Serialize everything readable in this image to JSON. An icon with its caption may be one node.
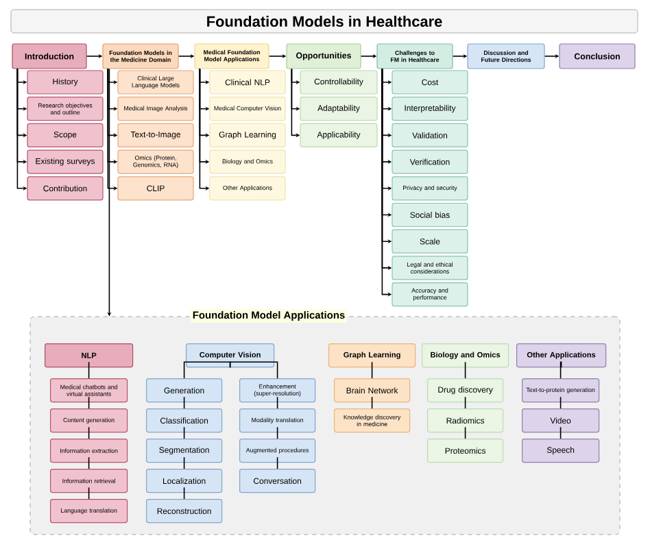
{
  "diagram": {
    "title": "Foundation Models in Healthcare",
    "nodes": [
      {
        "text": [
          "Introduction"
        ]
      },
      {
        "text": [
          "Foundation Models in the Medicine Domain"
        ]
      },
      {
        "text": [
          "Medical Foundation Model Applications"
        ]
      },
      {
        "text": [
          "Opportunities"
        ]
      },
      {
        "text": [
          "Challenges to FM in Healthcare"
        ]
      },
      {
        "text": [
          "Discussion and Future Directions"
        ]
      },
      {
        "text": [
          "Conclusion"
        ]
      },
      {
        "text": [
          "History"
        ]
      },
      {
        "text": [
          "Research objectives and outline"
        ]
      },
      {
        "text": [
          "Scope"
        ]
      },
      {
        "text": [
          "Existing surveys"
        ]
      },
      {
        "text": [
          "Contribution"
        ]
      },
      {
        "text": [
          "Clinical Large Language Models"
        ]
      },
      {
        "text": [
          "Medical Image Analysis"
        ]
      },
      {
        "text": [
          "Text-to-Image"
        ]
      },
      {
        "text": [
          "Omics (Protein, Genomics, RNA)"
        ]
      },
      {
        "text": [
          "CLIP"
        ]
      },
      {
        "text": [
          "Clinical NLP"
        ]
      },
      {
        "text": [
          "Medical Computer Vision"
        ]
      },
      {
        "text": [
          "Graph Learning"
        ]
      },
      {
        "text": [
          "Biology and Omics"
        ]
      },
      {
        "text": [
          "Other Applications"
        ]
      },
      {
        "text": [
          "Controllability"
        ]
      },
      {
        "text": [
          "Adaptability"
        ]
      },
      {
        "text": [
          "Applicability"
        ]
      },
      {
        "text": [
          "Cost"
        ]
      },
      {
        "text": [
          "Interpretability"
        ]
      },
      {
        "text": [
          "Validation"
        ]
      },
      {
        "text": [
          "Verification"
        ]
      },
      {
        "text": [
          "Privacy and security"
        ]
      },
      {
        "text": [
          "Social bias"
        ]
      },
      {
        "text": [
          "Scale"
        ]
      },
      {
        "text": [
          "Legal and ethical considerations"
        ]
      },
      {
        "text": [
          "Accuracy and performance"
        ]
      },
      {
        "text": [
          "Foundation Model Applications"
        ]
      },
      {
        "text": [
          "NLP"
        ],
        "in": 34
      },
      {
        "text": [
          "Medical chatbots and virtual assistants"
        ],
        "in": 34
      },
      {
        "text": [
          "Content generation"
        ],
        "in": 34
      },
      {
        "text": [
          "Information extraction"
        ],
        "in": 34
      },
      {
        "text": [
          "Information retrieval"
        ],
        "in": 34
      },
      {
        "text": [
          "Language translation"
        ],
        "in": 34
      },
      {
        "text": [
          "Computer Vision"
        ],
        "in": 34
      },
      {
        "text": [
          "Generation"
        ],
        "in": 34
      },
      {
        "text": [
          "Classification"
        ],
        "in": 34
      },
      {
        "text": [
          "Segmentation"
        ],
        "in": 34
      },
      {
        "text": [
          "Localization"
        ],
        "in": 34
      },
      {
        "text": [
          "Reconstruction"
        ],
        "in": 34
      },
      {
        "text": [
          "Enhancement (super-resolution)"
        ],
        "in": 34
      },
      {
        "text": [
          "Modality translation"
        ],
        "in": 34
      },
      {
        "text": [
          "Augmented procedures"
        ],
        "in": 34
      },
      {
        "text": [
          "Conversation"
        ],
        "in": 34
      },
      {
        "text": [
          "Graph Learning"
        ],
        "in": 34
      },
      {
        "text": [
          "Brain Network"
        ],
        "in": 34
      },
      {
        "text": [
          "Knowledge discovery in medicine"
        ],
        "in": 34
      },
      {
        "text": [
          "Biology and Omics"
        ],
        "in": 34
      },
      {
        "text": [
          "Drug discovery"
        ],
        "in": 34
      },
      {
        "text": [
          "Radiomics"
        ],
        "in": 34
      },
      {
        "text": [
          "Proteomics"
        ],
        "in": 34
      },
      {
        "text": [
          "Other Applications"
        ],
        "in": 34
      },
      {
        "text": [
          "Text-to-protein generation"
        ],
        "in": 34
      },
      {
        "text": [
          "Video"
        ],
        "in": 34
      },
      {
        "text": [
          "Speech"
        ],
        "in": 34
      }
    ],
    "edges": [
      {
        "from": 0,
        "to": 1,
        "arrow": "to"
      },
      {
        "from": 1,
        "to": 2,
        "arrow": "to"
      },
      {
        "from": 2,
        "to": 3,
        "arrow": "to"
      },
      {
        "from": 3,
        "to": 4,
        "arrow": "to"
      },
      {
        "from": 4,
        "to": 5,
        "arrow": "to"
      },
      {
        "from": 5,
        "to": 6,
        "arrow": "to"
      },
      {
        "from": 0,
        "to": 7,
        "arrow": "to"
      },
      {
        "from": 0,
        "to": 8,
        "arrow": "to"
      },
      {
        "from": 0,
        "to": 9,
        "arrow": "to"
      },
      {
        "from": 0,
        "to": 10,
        "arrow": "to"
      },
      {
        "from": 0,
        "to": 11,
        "arrow": "to"
      },
      {
        "from": 1,
        "to": 12,
        "arrow": "to"
      },
      {
        "from": 1,
        "to": 13,
        "arrow": "to"
      },
      {
        "from": 1,
        "to": 14,
        "arrow": "to"
      },
      {
        "from": 1,
        "to": 15,
        "arrow": "to"
      },
      {
        "from": 1,
        "to": 16,
        "arrow": "to"
      },
      {
        "from": 2,
        "to": 17,
        "arrow": "to"
      },
      {
        "from": 2,
        "to": 18,
        "arrow": "to"
      },
      {
        "from": 2,
        "to": 19,
        "arrow": "to"
      },
      {
        "from": 2,
        "to": 20,
        "arrow": "to"
      },
      {
        "from": 2,
        "to": 21,
        "arrow": "to"
      },
      {
        "from": 3,
        "to": 22,
        "arrow": "to"
      },
      {
        "from": 3,
        "to": 23,
        "arrow": "to"
      },
      {
        "from": 3,
        "to": 24,
        "arrow": "to"
      },
      {
        "from": 4,
        "to": 25,
        "arrow": "to"
      },
      {
        "from": 4,
        "to": 26,
        "arrow": "to"
      },
      {
        "from": 4,
        "to": 27,
        "arrow": "to"
      },
      {
        "from": 4,
        "to": 28,
        "arrow": "to"
      },
      {
        "from": 4,
        "to": 29,
        "arrow": "to"
      },
      {
        "from": 4,
        "to": 30,
        "arrow": "to"
      },
      {
        "from": 4,
        "to": 31,
        "arrow": "to"
      },
      {
        "from": 4,
        "to": 32,
        "arrow": "to"
      },
      {
        "from": 4,
        "to": 33,
        "arrow": "to"
      },
      {
        "from": 1,
        "to": 34,
        "arrow": "to"
      },
      {
        "from": 35,
        "to": 36,
        "arrow": "none"
      },
      {
        "from": 36,
        "to": 37,
        "arrow": "none"
      },
      {
        "from": 37,
        "to": 38,
        "arrow": "none"
      },
      {
        "from": 38,
        "to": 39,
        "arrow": "none"
      },
      {
        "from": 39,
        "to": 40,
        "arrow": "none"
      },
      {
        "from": 41,
        "to": 42,
        "arrow": "none"
      },
      {
        "from": 41,
        "to": 47,
        "arrow": "none"
      },
      {
        "from": 42,
        "to": 43,
        "arrow": "none"
      },
      {
        "from": 43,
        "to": 44,
        "arrow": "none"
      },
      {
        "from": 44,
        "to": 45,
        "arrow": "none"
      },
      {
        "from": 45,
        "to": 46,
        "arrow": "none"
      },
      {
        "from": 47,
        "to": 48,
        "arrow": "none"
      },
      {
        "from": 48,
        "to": 49,
        "arrow": "none"
      },
      {
        "from": 49,
        "to": 50,
        "arrow": "none"
      },
      {
        "from": 51,
        "to": 52,
        "arrow": "none"
      },
      {
        "from": 52,
        "to": 53,
        "arrow": "none"
      },
      {
        "from": 54,
        "to": 55,
        "arrow": "none"
      },
      {
        "from": 55,
        "to": 56,
        "arrow": "none"
      },
      {
        "from": 56,
        "to": 57,
        "arrow": "none"
      },
      {
        "from": 58,
        "to": 59,
        "arrow": "none"
      },
      {
        "from": 59,
        "to": 60,
        "arrow": "none"
      },
      {
        "from": 60,
        "to": 61,
        "arrow": "none"
      }
    ]
  }
}
